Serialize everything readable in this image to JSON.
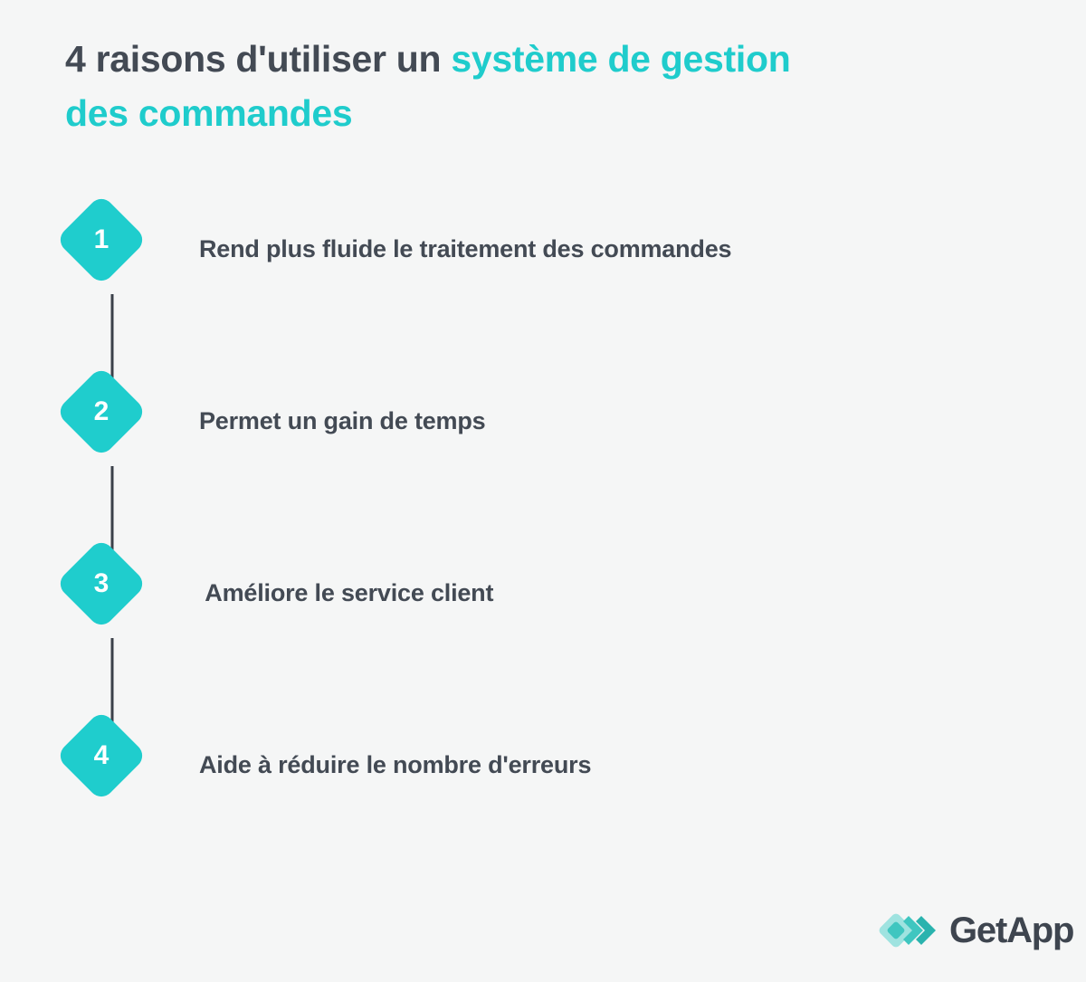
{
  "background_color": "#f5f6f6",
  "accent_color": "#1fcccc",
  "text_color": "#434a54",
  "title": {
    "line1_dark": "4 raisons d'utiliser un ",
    "line1_accent": "système de gestion",
    "line2_accent": "des commandes",
    "full_text": "4 raisons d'utiliser un système de gestion des commandes"
  },
  "steps": [
    {
      "number": "1",
      "label": "Rend plus fluide le traitement des commandes"
    },
    {
      "number": "2",
      "label": "Permet un gain de temps"
    },
    {
      "number": "3",
      "label": " Améliore le service client"
    },
    {
      "number": "4",
      "label": "Aide à réduire le nombre d'erreurs"
    }
  ],
  "logo": {
    "wordmark": "GetApp",
    "mark_name": "getapp-diamond-chevrons",
    "mark_light_color": "#9fe3e0",
    "mark_mid_color": "#3fc6c0",
    "mark_dark_color": "#2ab3ae",
    "word_color": "#3e454f"
  }
}
